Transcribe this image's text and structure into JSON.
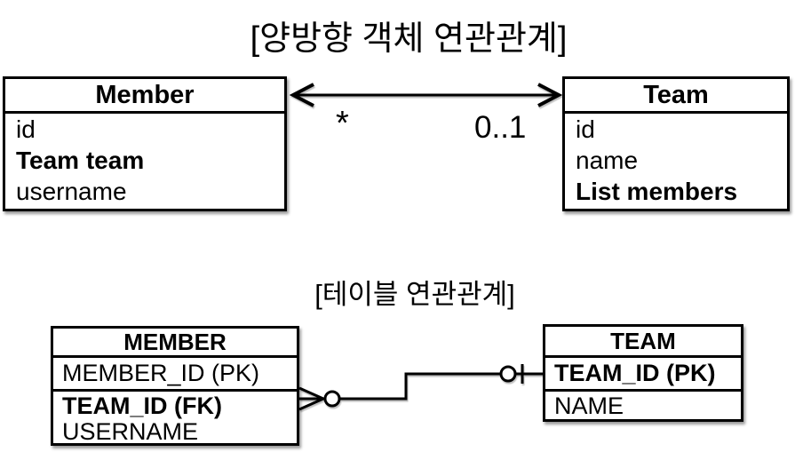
{
  "object_diagram": {
    "title": "[양방향 객체 연관관계]",
    "member_class": {
      "title": "Member",
      "fields": [
        {
          "label": "id",
          "bold": false
        },
        {
          "label": "Team team",
          "bold": true
        },
        {
          "label": "username",
          "bold": false
        }
      ]
    },
    "team_class": {
      "title": "Team",
      "fields": [
        {
          "label": "id",
          "bold": false
        },
        {
          "label": "name",
          "bold": false
        },
        {
          "label": "List members",
          "bold": true
        }
      ]
    },
    "association": {
      "type": "bidirectional",
      "member_multiplicity": "*",
      "team_multiplicity": "0..1"
    }
  },
  "table_diagram": {
    "title": "[테이블 연관관계]",
    "member_table": {
      "title": "MEMBER",
      "columns": [
        {
          "label": "MEMBER_ID (PK)",
          "bold": false
        },
        {
          "label": "TEAM_ID (FK)",
          "bold": true
        },
        {
          "label": "USERNAME",
          "bold": false
        }
      ]
    },
    "team_table": {
      "title": "TEAM",
      "columns": [
        {
          "label": "TEAM_ID (PK)",
          "bold": true
        },
        {
          "label": "NAME",
          "bold": false
        }
      ]
    },
    "relationship": "MEMBER.TEAM_ID many-to-one TEAM.TEAM_ID"
  },
  "colors": {
    "line": "#000000",
    "box_fill": "#ffffff",
    "background": "#ffffff",
    "text": "#000000"
  }
}
